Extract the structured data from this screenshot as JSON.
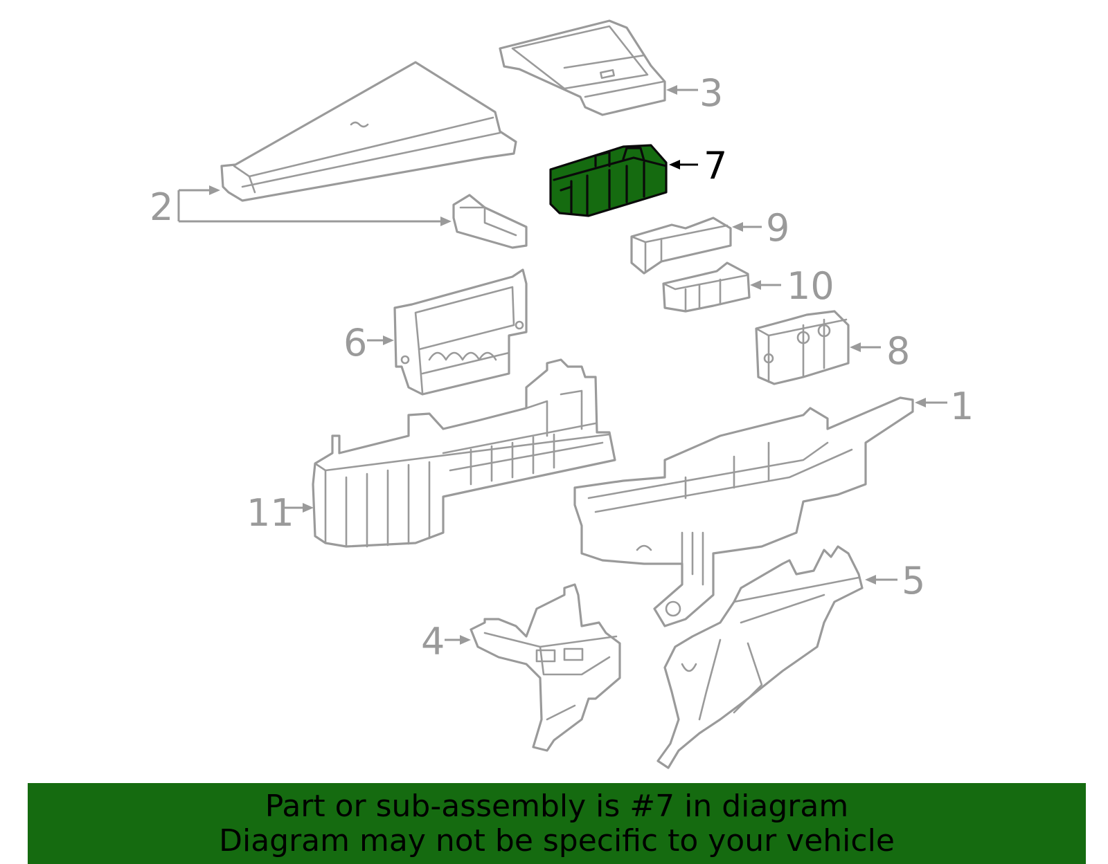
{
  "diagram": {
    "colors": {
      "outline": "#9a9a9a",
      "highlight_fill": "#156b10",
      "highlight_stroke": "#0a0a0a",
      "highlight_label": "#000000",
      "banner_bg": "#156b10",
      "banner_text": "#000000"
    },
    "callouts": {
      "c1": "1",
      "c2": "2",
      "c3": "3",
      "c4": "4",
      "c5": "5",
      "c6": "6",
      "c7": "7",
      "c8": "8",
      "c9": "9",
      "c10": "10",
      "c11": "11"
    },
    "highlighted_part": "7"
  },
  "banner": {
    "line1": "Part or sub-assembly is #7 in diagram",
    "line2": "Diagram may not be specific to your vehicle"
  }
}
